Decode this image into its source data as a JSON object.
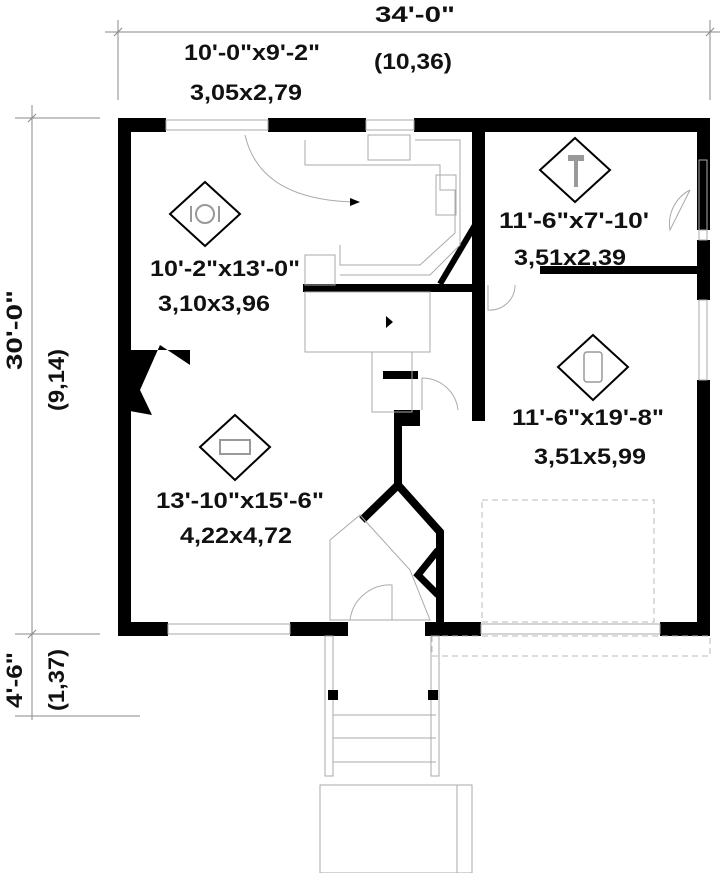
{
  "plan": {
    "overall_width": "34'-0\"",
    "overall_width_metric": "(10,36)",
    "overall_depth": "30'-0\"",
    "overall_depth_metric": "(9,14)",
    "porch_depth": "4'-6\"",
    "porch_depth_metric": "(1,37)"
  },
  "rooms": {
    "kitchen": {
      "imperial": "10'-0\"x9'-2\"",
      "metric": "3,05x2,79"
    },
    "dining": {
      "imperial": "10'-2\"x13'-0\"",
      "metric": "3,10x3,96",
      "icon": "plate-cutlery-icon"
    },
    "workshop": {
      "imperial": "11'-6\"x7'-10'",
      "metric": "3,51x2,39",
      "icon": "hammer-icon"
    },
    "garage": {
      "imperial": "11'-6\"x19'-8\"",
      "metric": "3,51x5,99",
      "icon": "car-icon"
    },
    "living": {
      "imperial": "13'-10\"x15'-6\"",
      "metric": "4,22x4,72",
      "icon": "sofa-icon"
    }
  }
}
